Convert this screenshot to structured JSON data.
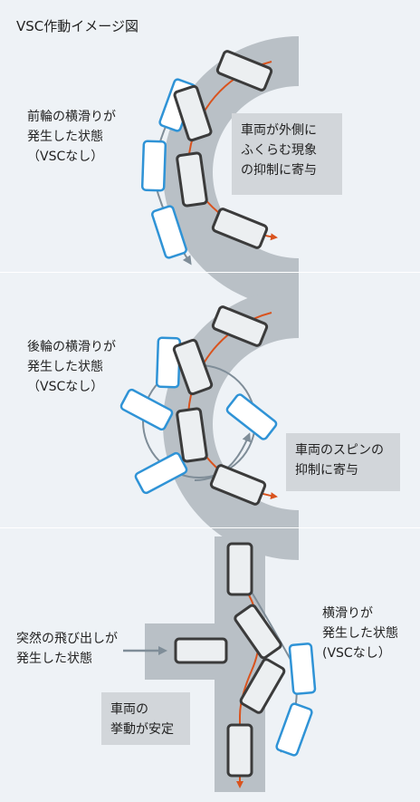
{
  "title": "VSC作動イメージ図",
  "panels": [
    {
      "id": "front-skid",
      "condition_label": "前輪の横滑りが\n発生した状態\n（VSCなし）",
      "effect_label": "車両が外側に\nふくらむ現象\nの抑制に寄与"
    },
    {
      "id": "rear-skid",
      "condition_label": "後輪の横滑りが\n発生した状態\n（VSCなし）",
      "effect_label": "車両のスピンの\n抑制に寄与"
    },
    {
      "id": "sudden-obstacle",
      "condition_label": "突然の飛び出しが\n発生した状態",
      "skid_label": "横滑りが\n発生した状態\n(VSCなし）",
      "effect_label": "車両の\n挙動が安定"
    }
  ],
  "colors": {
    "background": "#eef2f6",
    "road": "#b9c0c6",
    "vsc_car": "#3b3b3b",
    "novsc_car": "#2f93d6",
    "trajectory": "#d9531e",
    "novsc_path": "#7f8d98",
    "callout_box": "#d2d6da"
  }
}
